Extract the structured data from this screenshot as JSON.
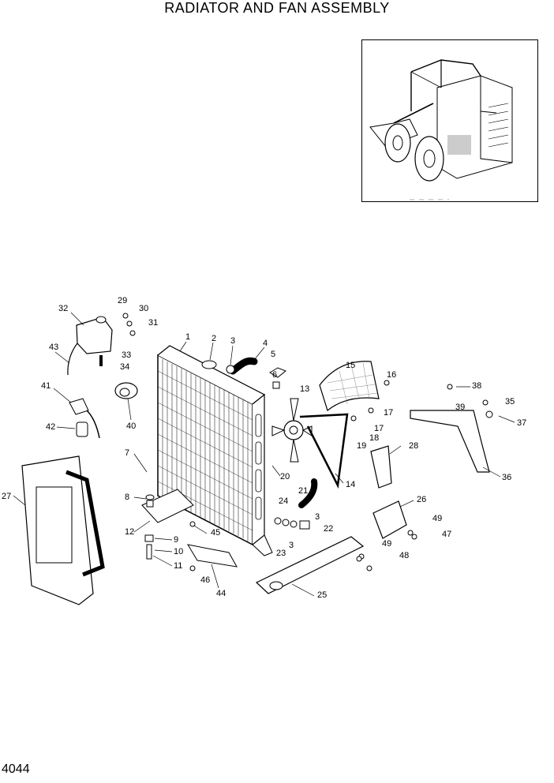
{
  "title": "RADIATOR AND FAN ASSEMBLY",
  "page_number": "4044",
  "callouts": [
    "1",
    "2",
    "3",
    "4",
    "5",
    "6",
    "13",
    "15",
    "16",
    "17",
    "38",
    "39",
    "35",
    "37",
    "36",
    "28",
    "14",
    "21",
    "24",
    "22",
    "3",
    "23",
    "26",
    "49",
    "47",
    "48",
    "49",
    "25",
    "20",
    "12",
    "45",
    "44",
    "46",
    "9",
    "10",
    "11",
    "8",
    "7",
    "27",
    "32",
    "29",
    "30",
    "31",
    "33",
    "34",
    "43",
    "41",
    "42",
    "40",
    "18",
    "19",
    "17",
    "3"
  ]
}
